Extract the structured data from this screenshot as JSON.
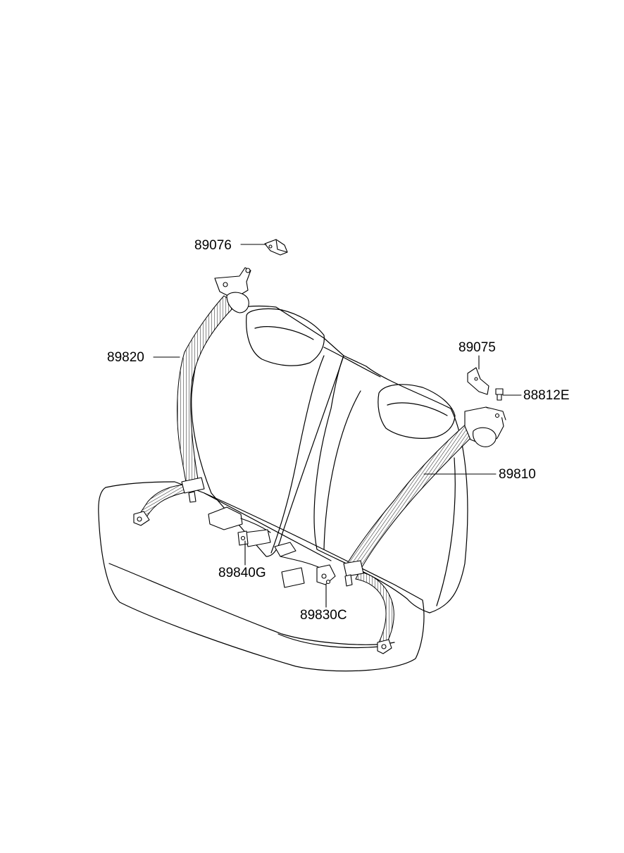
{
  "parts": {
    "p89076": "89076",
    "p89820": "89820",
    "p89075": "89075",
    "p88812E": "88812E",
    "p89810": "89810",
    "p89840G": "89840G",
    "p89830C": "89830C"
  },
  "colors": {
    "line": "#000000",
    "background": "#ffffff"
  }
}
